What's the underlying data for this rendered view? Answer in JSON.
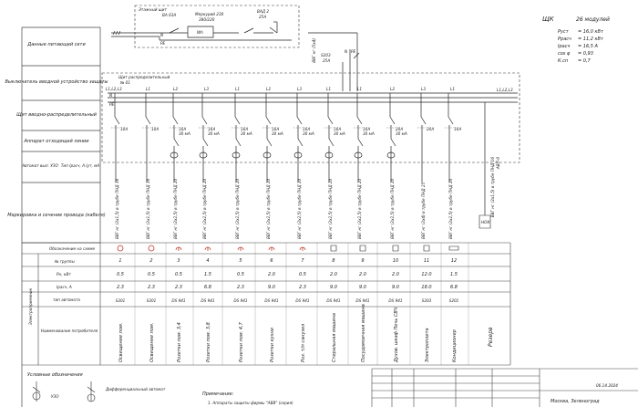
{
  "header": {
    "board_name": "ЩК",
    "modules": "26 модулей",
    "params": [
      {
        "label": "Руст",
        "value": "= 16,0 кВт"
      },
      {
        "label": "Ррасч",
        "value": "= 11,2 кВт"
      },
      {
        "label": "Iрасч",
        "value": "= 16,5 А"
      },
      {
        "label": "cos φ",
        "value": "= 0,93"
      },
      {
        "label": "К.сп",
        "value": "= 0,7"
      }
    ]
  },
  "floor_panel": {
    "title": "Этажный щит",
    "breaker": "ВА 63А",
    "meter_line1": "Меркурий 230",
    "meter_line2": "380/220",
    "meter_symbol": "Wh",
    "vad_line1": "ВАД 2",
    "vad_line2": "25А",
    "n_label": "N",
    "pe_label": "PE"
  },
  "feed": {
    "cable": "ВВГ нг (5х4)",
    "s_breaker": "S203",
    "s_current": "25А",
    "n_label": "N",
    "pe_label": "PE"
  },
  "dist_panel": {
    "title": "Щит распределительный",
    "number": "№ 01",
    "n_label": "N",
    "pe_label": "PE",
    "phase_labels": [
      "L1,L2,L3",
      "L1",
      "L2",
      "L3",
      "L1",
      "L2",
      "L3",
      "L1",
      "L1",
      "L2",
      "L3",
      "L1",
      "L1,L2,L3"
    ],
    "right_phase": "L1,L2,L3"
  },
  "left_labels": {
    "network": "Данные питающей сети",
    "input_protection": "Выключатель вводной устройство защиты",
    "distribution": "Щит вводно-распределительный",
    "disconnect": "Аппарат отходящей линии",
    "automat_label": "Автомат вып. УЗО",
    "type_label": "Тип Iрасч, А Iут, мА",
    "marking": "Маркировка и сечение провода (кабеля)",
    "scheme_label": "Обозначение на схеме",
    "group_no": "№ группы",
    "power": "Рн, кВт",
    "current": "Iрасч, А",
    "type_automat": "тип автомата",
    "consumer": "Наименование потребителя",
    "electro_vertical": "Электроприемник"
  },
  "groups": [
    {
      "no": "1",
      "device": "10А",
      "rcd": "",
      "cable": "ВВГ нг (3х1,5) в трубе ПНД 16",
      "p": "0.5",
      "i": "2.3",
      "type": "S201",
      "consumer": "Освещение пом.",
      "sym": "circle"
    },
    {
      "no": "2",
      "device": "10А",
      "rcd": "",
      "cable": "ВВГ нг (3х1,5) в трубе ПНД 16",
      "p": "0.5",
      "i": "2.3",
      "type": "S201",
      "consumer": "Освещение пом.",
      "sym": "circle"
    },
    {
      "no": "3",
      "device": "16А",
      "rcd": "30 мА",
      "cable": "ВВГ нг (3х2,5) в трубе ПНД 20",
      "p": "0.5",
      "i": "2.3",
      "type": "DS 941",
      "consumer": "Розетки пом. 3,4",
      "sym": "socket"
    },
    {
      "no": "4",
      "device": "16А",
      "rcd": "30 мА",
      "cable": "ВВГ нг (3х2,5) в трубе ПНД 20",
      "p": "1.5",
      "i": "6.8",
      "type": "DS 941",
      "consumer": "Розетки пом. 3,8",
      "sym": "socket"
    },
    {
      "no": "5",
      "device": "16А",
      "rcd": "30 мА",
      "cable": "ВВГ нг (3х2,5) в трубе ПНД 20",
      "p": "0.5",
      "i": "2.3",
      "type": "DS 941",
      "consumer": "Розетки пом. 4,7",
      "sym": "socket"
    },
    {
      "no": "6",
      "device": "16А",
      "rcd": "30 мА",
      "cable": "ВВГ нг (3х2,5) в трубе ПНД 20",
      "p": "2.0",
      "i": "9.0",
      "type": "DS 941",
      "consumer": "Розетки кухни",
      "sym": "socket"
    },
    {
      "no": "7",
      "device": "16А",
      "rcd": "30 мА",
      "cable": "ВВГ нг (3х2,5) в трубе ПНД 20",
      "p": "0.5",
      "i": "2.3",
      "type": "DS 941",
      "consumer": "Роз. т/п санузел",
      "sym": "socket"
    },
    {
      "no": "8",
      "device": "16А",
      "rcd": "30 мА",
      "cable": "ВВГ нг (3х2,5) в трубе ПНД 20",
      "p": "2.0",
      "i": "9.0",
      "type": "DS 941",
      "consumer": "Стиральная машина",
      "sym": "square"
    },
    {
      "no": "9",
      "device": "16А",
      "rcd": "30 мА",
      "cable": "ВВГ нг (3х2,5) в трубе ПНД 20",
      "p": "2.0",
      "i": "9.0",
      "type": "DS 941",
      "consumer": "Посудомоечная машина",
      "sym": "square"
    },
    {
      "no": "10",
      "device": "20А",
      "rcd": "30 мА",
      "cable": "ВВГ нг (3х2,5) в трубе ПНД 20",
      "p": "2.0",
      "i": "9.0",
      "type": "DS 941",
      "consumer": "Духов. шкаф Печь СВЧ",
      "sym": "square"
    },
    {
      "no": "11",
      "device": "20А",
      "rcd": "",
      "cable": "ВВГ нг (3х4) в трубе ПНД 25",
      "p": "12.0",
      "i": "18.0",
      "type": "S203",
      "consumer": "Электроплита",
      "sym": "square"
    },
    {
      "no": "12",
      "device": "16А",
      "rcd": "",
      "cable": "ВВГ нг (3х2,5) в трубе ПНД 20",
      "p": "1.5",
      "i": "6.8",
      "type": "S201",
      "consumer": "Кондиционер",
      "sym": "rect"
    }
  ],
  "reserve": {
    "cable": "ВВГ нг (3х1,5) в трубе ПНД 16",
    "short_code": "АВП-0",
    "consumer": "Резерв",
    "box_label": "НОК"
  },
  "legend": {
    "title": "Условные обозначения",
    "rcd_label": "УЗО",
    "diff_label": "Дифференциальный автомат",
    "note_title": "Примечание:",
    "note_text": "1. Аппараты защиты фирмы \"АВВ\" (серия)"
  },
  "stamp": {
    "date": "06.14.2024",
    "city": "Москва, Зеленоград"
  }
}
